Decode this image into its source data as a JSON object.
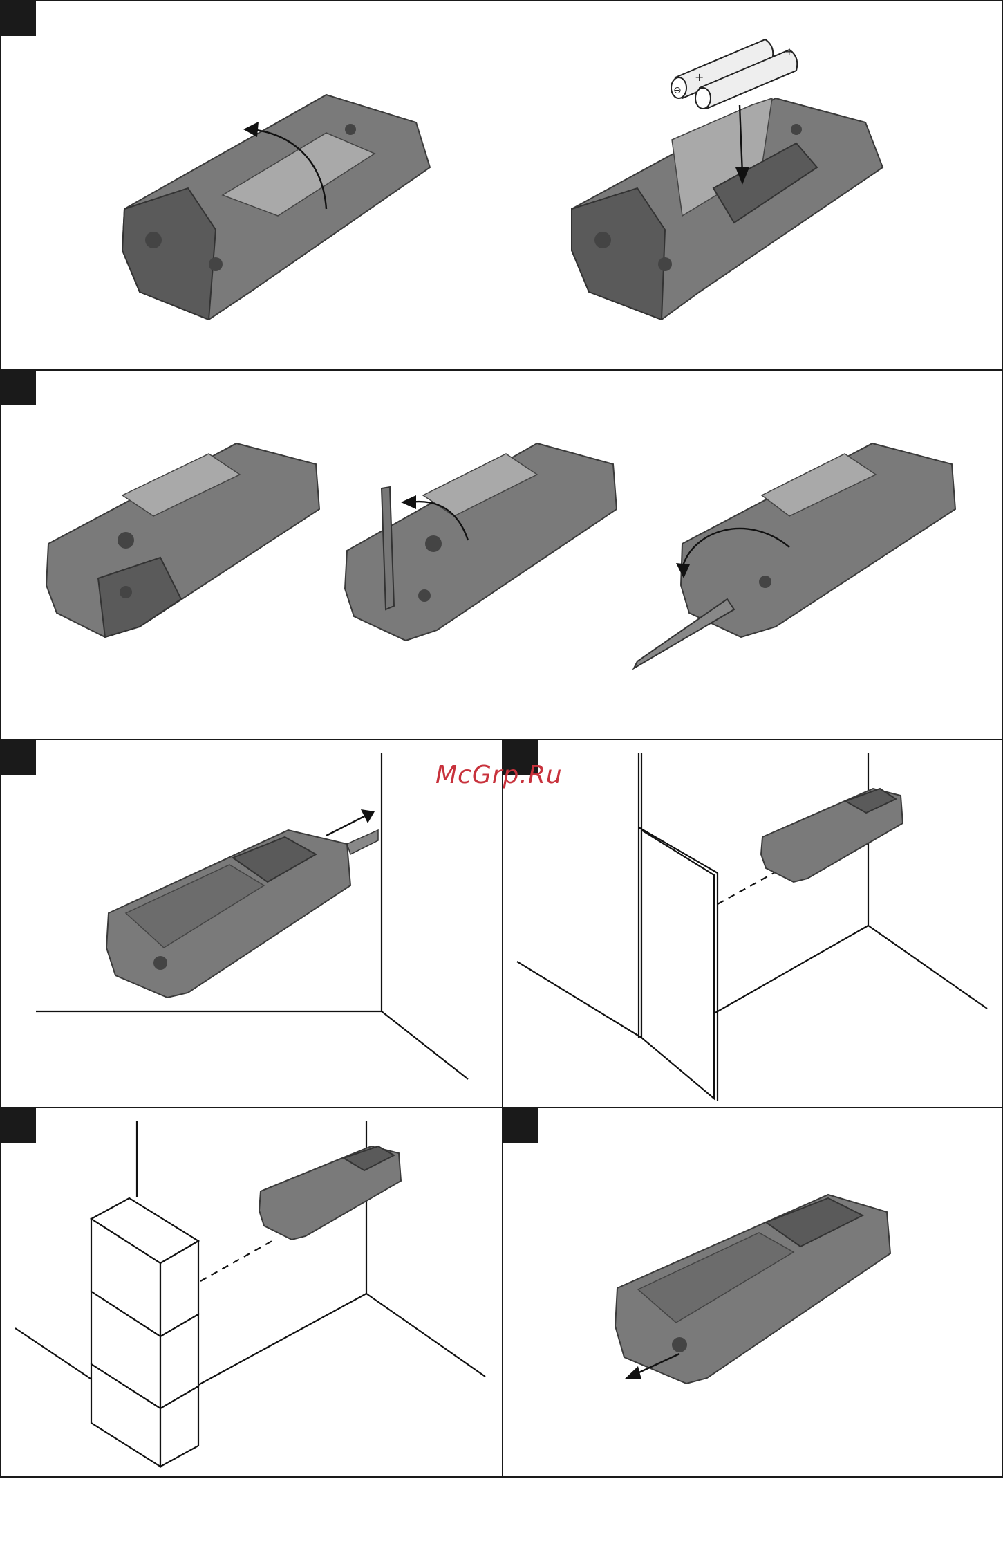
{
  "document": {
    "watermark": "McGrp.Ru"
  },
  "figures": [
    {
      "name": "battery-insertion"
    },
    {
      "name": "end-piece-unfold"
    },
    {
      "name": "measure-from-wall-edge"
    },
    {
      "name": "measure-from-door-frame"
    },
    {
      "name": "measure-from-boxes"
    },
    {
      "name": "laser-direction"
    }
  ],
  "battery": {
    "plus": "+",
    "minus": "⊖"
  }
}
